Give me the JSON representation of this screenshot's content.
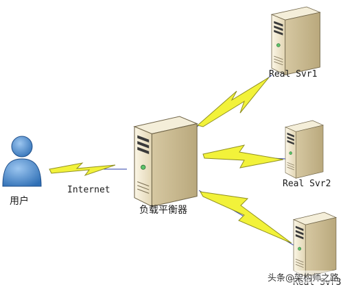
{
  "labels": {
    "user": "用户",
    "internet": "Internet",
    "load_balancer": "负载平衡器",
    "real_svr1": "Real Svr1",
    "real_svr2": "Real Svr2",
    "real_svr3": "Real Svr3"
  },
  "watermark": "头条@架构师之路",
  "colors": {
    "bolt_fill": "#f2f23a",
    "bolt_stroke": "#8f8f20",
    "link_line": "#2b3ea8",
    "server_body": "#e9dfc3",
    "server_side": "#c8b992",
    "server_top": "#f3ecd6",
    "user_fill": "#4a86c8"
  },
  "icons": {
    "user": "user-icon",
    "server": "server-tower-icon",
    "link": "lightning-bolt-icon"
  }
}
